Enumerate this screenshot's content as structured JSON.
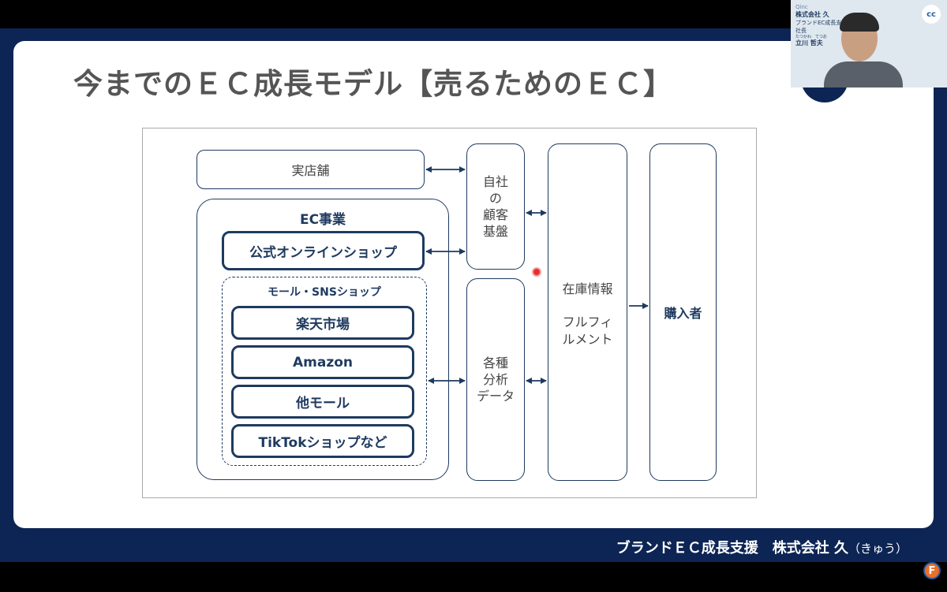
{
  "slide": {
    "title": "今までのＥＣ成長モデル【売るためのＥＣ】"
  },
  "diagram": {
    "store": "実店舗",
    "ec_label": "EC事業",
    "official_shop": "公式オンラインショップ",
    "mall_label": "モール・SNSショップ",
    "malls": [
      "楽天市場",
      "Amazon",
      "他モール",
      "TikTokショップなど"
    ],
    "customer_base": [
      "自社",
      "の",
      "顧客",
      "基盤"
    ],
    "analytics": [
      "各種",
      "分析",
      "データ"
    ],
    "inventory": "在庫情報",
    "fulfillment": [
      "フルフィ",
      "ルメント"
    ],
    "buyer": "購入者"
  },
  "footer": {
    "main": "ブランドＥＣ成長支援　株式会社 久",
    "kana": "（きゅう）"
  },
  "camera": {
    "brand": "Qinc",
    "company": "株式会社 久",
    "role_line": "ブランドEC成長支援家",
    "title": "社長",
    "name_reading": "たつかわ　てつお",
    "name": "立川 哲夫",
    "logo": "cc"
  },
  "badge": "F"
}
